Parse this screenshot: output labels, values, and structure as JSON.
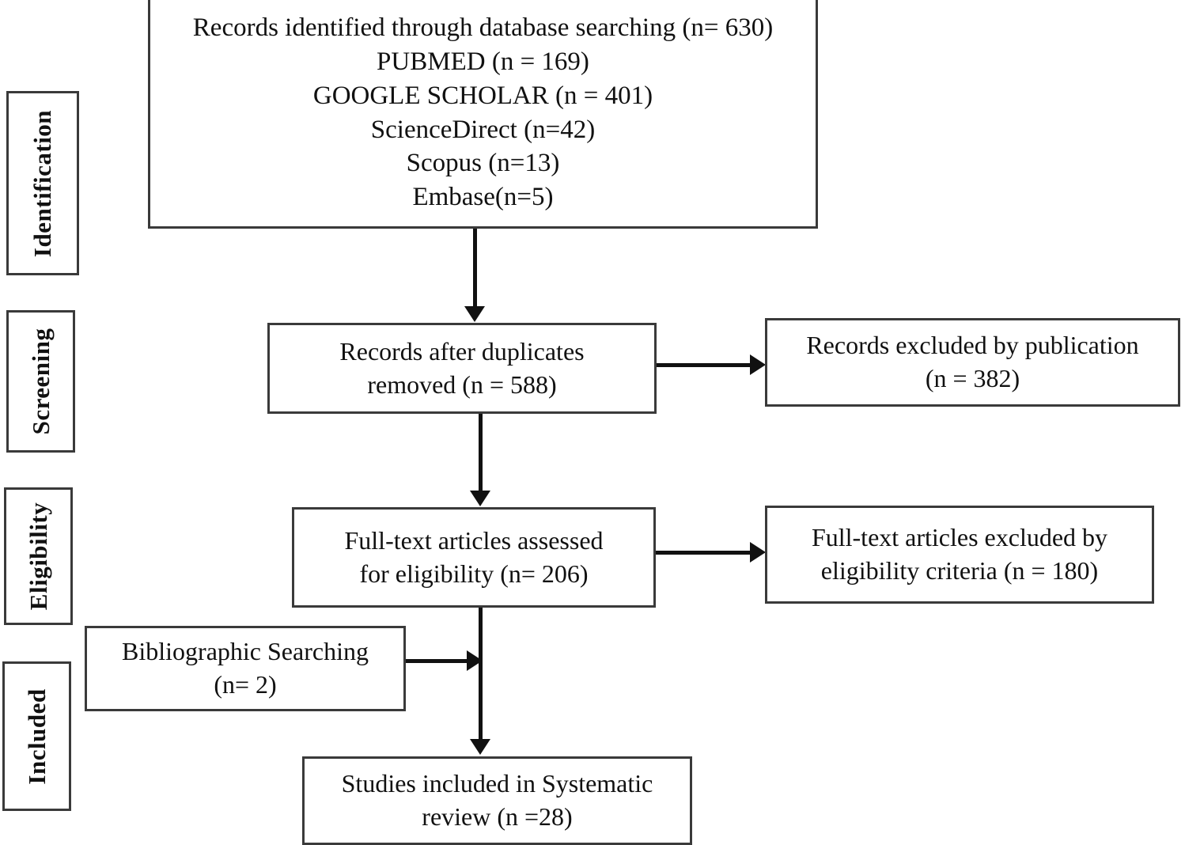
{
  "diagram": {
    "type": "prisma-flow-diagram",
    "stages": [
      {
        "id": "identification",
        "label": "Identification"
      },
      {
        "id": "screening",
        "label": "Screening"
      },
      {
        "id": "eligibility",
        "label": "Eligibility"
      },
      {
        "id": "included",
        "label": "Included"
      }
    ],
    "boxes": {
      "identified": {
        "text": "Records identified through database searching (n= 630)\nPUBMED (n = 169)\nGOOGLE SCHOLAR (n = 401)\nScienceDirect (n=42)\nScopus (n=13)\nEmbase(n=5)",
        "lines": [
          "Records identified through database searching (n= 630)",
          "PUBMED (n = 169)",
          "GOOGLE SCHOLAR (n = 401)",
          "ScienceDirect (n=42)",
          "Scopus (n=13)",
          "Embase(n=5)"
        ],
        "n": 630
      },
      "after_duplicates": {
        "text": "Records after duplicates\nremoved (n = 588)",
        "n": 588
      },
      "excluded_publication": {
        "text": "Records excluded by publication\n(n = 382)",
        "n": 382
      },
      "fulltext_assessed": {
        "text": "Full-text articles assessed\nfor eligibility (n= 206)",
        "n": 206
      },
      "fulltext_excluded": {
        "text": "Full-text articles excluded by\neligibility criteria (n = 180)",
        "n": 180
      },
      "bibliographic": {
        "text": "Bibliographic Searching\n(n= 2)",
        "n": 2
      },
      "included_studies": {
        "text": "Studies included in Systematic\nreview (n =28)",
        "n": 28
      }
    },
    "sources": [
      {
        "name": "PUBMED",
        "n": 169
      },
      {
        "name": "GOOGLE SCHOLAR",
        "n": 401
      },
      {
        "name": "ScienceDirect",
        "n": 42
      },
      {
        "name": "Scopus",
        "n": 13
      },
      {
        "name": "Embase",
        "n": 5
      }
    ],
    "colors": {
      "border": "#3a3a3a",
      "arrow": "#111111",
      "background": "#ffffff",
      "text": "#111111"
    }
  }
}
